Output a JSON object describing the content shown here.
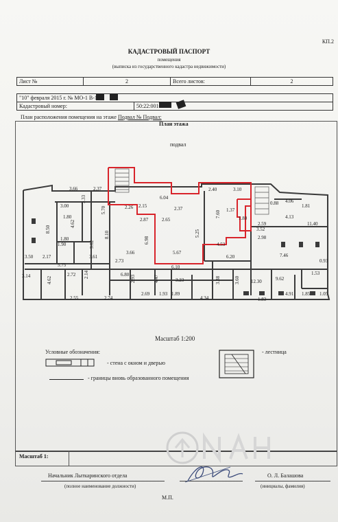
{
  "header": {
    "form_code": "КП.2",
    "title": "КАДАСТРОВЫЙ ПАСПОРТ",
    "subtitle": "помещения",
    "source": "(выписка из государственного кадастра недвижимости)"
  },
  "sheet_info": {
    "sheet_label": "Лист №",
    "sheet_value": "2",
    "total_label": "Всего листов:",
    "total_value": "2"
  },
  "doc_row": {
    "date_number": "\"10\" февраля 2015 г. № МО-1  В-1   79",
    "cad_label": "Кадастровый номер:",
    "cad_value": "50:22:0010"
  },
  "plan": {
    "caption_prefix": "План расположения помещения на этаже",
    "caption_link": "Подвал № Подвал:",
    "plan_title": "План этажа",
    "floor_name": "подвал",
    "scale": "Масштаб 1:200"
  },
  "dimensions": [
    "3.66",
    "2.37",
    "3.33",
    "3.00",
    "5.70",
    "2.26",
    "2.15",
    "6.04",
    "2.40",
    "3.10",
    "4.06",
    "1.81",
    "0.88",
    "2.37",
    "1.80",
    "4.62",
    "2.87",
    "2.65",
    "1.37",
    "7.60",
    "1.80",
    "2.59",
    "4.13",
    "8.50",
    "1.80",
    "3.52",
    "8.10",
    "1.90",
    "6.98",
    "5.25",
    "4.53",
    "3.62",
    "11.40",
    "2.17",
    "3.61",
    "2.73",
    "3.66",
    "5.67",
    "6.20",
    "2.98",
    "5.75",
    "3.50",
    "6.10",
    "7.46",
    "0.93",
    "2.72",
    "6.80",
    "4.47",
    "3.23",
    "1.53",
    "12.30",
    "9.62",
    "4.62",
    "2.55",
    "2.74",
    "2.69",
    "1.93",
    "1.89",
    "4.34",
    "3.14",
    "1.05",
    "1.85",
    "4.91",
    "1.83",
    "3.38",
    "3.60",
    "2.14",
    "2.93"
  ],
  "legend": {
    "title": "Условные обозначения:",
    "wall": "- стена с окном и дверью",
    "boundary": "- границы вновь образованного помещения",
    "stairs": "- лестница"
  },
  "footer": {
    "scale_label": "Масштаб 1:",
    "position": "Начальник Лыткаринского отдела",
    "position_caption": "(полное наименование должности)",
    "name": "О. Л. Балашова",
    "name_caption": "(инициалы, фамилия)",
    "stamp": "М.П."
  },
  "colors": {
    "boundary": "#d8232a",
    "walls": "#3a3a3a",
    "paper": "#f4f4f1"
  }
}
